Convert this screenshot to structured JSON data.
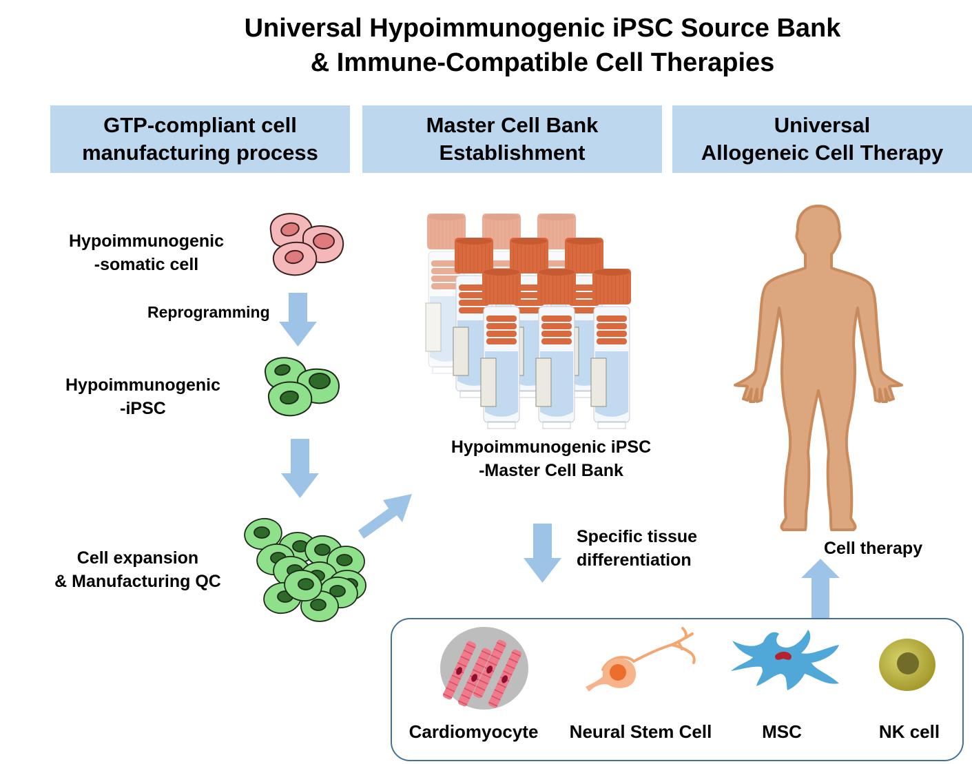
{
  "title": {
    "line1": "Universal Hypoimmunogenic iPSC Source Bank",
    "line2": "& Immune-Compatible Cell Therapies"
  },
  "headers": [
    {
      "line1": "GTP-compliant cell",
      "line2": "manufacturing process"
    },
    {
      "line1": "Master Cell Bank",
      "line2": "Establishment"
    },
    {
      "line1": "Universal",
      "line2": "Allogeneic Cell Therapy"
    }
  ],
  "left_column": {
    "somatic": {
      "line1": "Hypoimmunogenic",
      "line2": "-somatic cell"
    },
    "reprogramming": "Reprogramming",
    "ipsc": {
      "line1": "Hypoimmunogenic",
      "line2": "-iPSC"
    },
    "expansion": {
      "line1": "Cell expansion",
      "line2": "& Manufacturing QC"
    }
  },
  "middle_column": {
    "bank_label": {
      "line1": "Hypoimmunogenic iPSC",
      "line2": "-Master Cell Bank"
    },
    "differentiation": {
      "line1": "Specific tissue",
      "line2": "differentiation"
    }
  },
  "right_column": {
    "cell_therapy": "Cell therapy"
  },
  "differentiated_cells": [
    {
      "label": "Cardiomyocyte",
      "icon": "cardiomyocyte-icon"
    },
    {
      "label": "Neural Stem Cell",
      "icon": "neuron-icon"
    },
    {
      "label": "MSC",
      "icon": "msc-icon"
    },
    {
      "label": "NK cell",
      "icon": "nk-cell-icon"
    }
  ],
  "colors": {
    "header_bg": "#bdd7ee",
    "arrow": "#9dc3e6",
    "box_border": "#41719c",
    "somatic_cell": "#f4b8bb",
    "ipsc_cell": "#8fe08a",
    "vial_cap": "#d86a3e",
    "body": "#dca67f"
  }
}
